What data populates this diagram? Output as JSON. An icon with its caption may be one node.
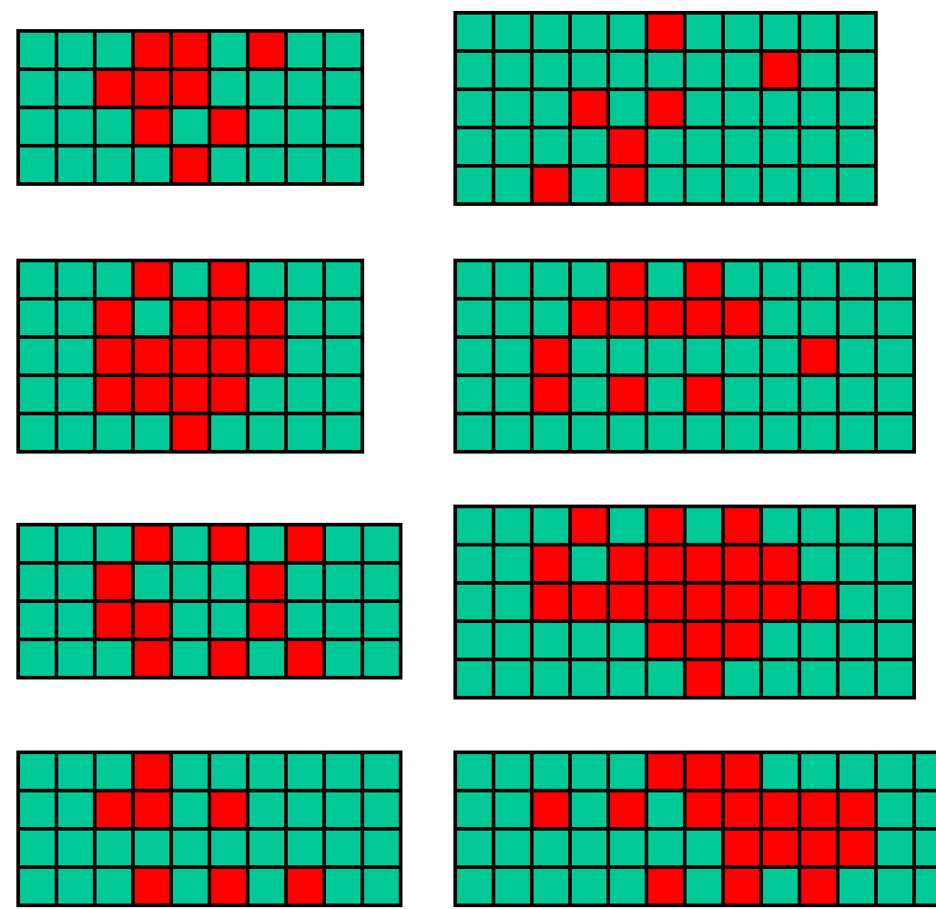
{
  "diagram": {
    "nodes": [
      {
        "text": [],
        "shape": "grid"
      },
      {
        "text": [],
        "shape": "grid"
      },
      {
        "text": [],
        "shape": "grid"
      },
      {
        "text": [],
        "shape": "grid"
      },
      {
        "text": [],
        "shape": "grid"
      },
      {
        "text": [],
        "shape": "grid"
      },
      {
        "text": [],
        "shape": "grid"
      },
      {
        "text": [],
        "shape": "grid"
      }
    ]
  }
}
